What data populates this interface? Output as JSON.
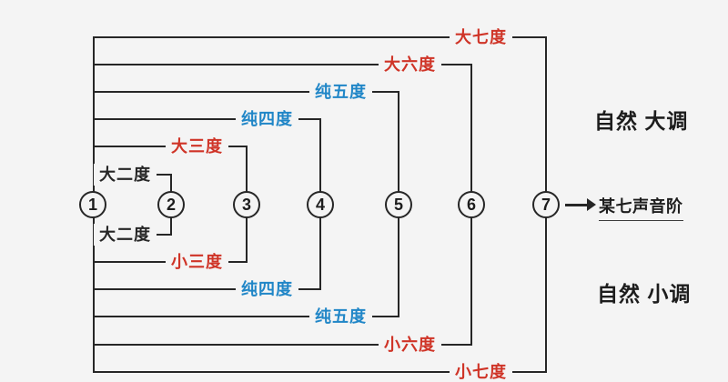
{
  "diagram": {
    "degrees": [
      "1",
      "2",
      "3",
      "4",
      "5",
      "6",
      "7"
    ],
    "brackets": {
      "top": [
        {
          "label": "大七度",
          "color": "red",
          "from": 1,
          "to": 7
        },
        {
          "label": "大六度",
          "color": "red",
          "from": 1,
          "to": 6
        },
        {
          "label": "纯五度",
          "color": "blue",
          "from": 1,
          "to": 5
        },
        {
          "label": "纯四度",
          "color": "blue",
          "from": 1,
          "to": 4
        },
        {
          "label": "大三度",
          "color": "red",
          "from": 1,
          "to": 3
        },
        {
          "label": "大二度",
          "color": "black",
          "from": 1,
          "to": 2
        }
      ],
      "bottom": [
        {
          "label": "大二度",
          "color": "black",
          "from": 1,
          "to": 2
        },
        {
          "label": "小三度",
          "color": "red",
          "from": 1,
          "to": 3
        },
        {
          "label": "纯四度",
          "color": "blue",
          "from": 1,
          "to": 4
        },
        {
          "label": "纯五度",
          "color": "blue",
          "from": 1,
          "to": 5
        },
        {
          "label": "小六度",
          "color": "red",
          "from": 1,
          "to": 6
        },
        {
          "label": "小七度",
          "color": "red",
          "from": 1,
          "to": 7
        }
      ]
    }
  },
  "right": {
    "major_label": "自然 大调",
    "minor_label": "自然 小调",
    "arrow_target": "某七声音阶"
  },
  "colors": {
    "red": "#cf3427",
    "blue": "#2086c7",
    "black": "#262626",
    "line": "#262626",
    "background": "#f4f4f4"
  }
}
